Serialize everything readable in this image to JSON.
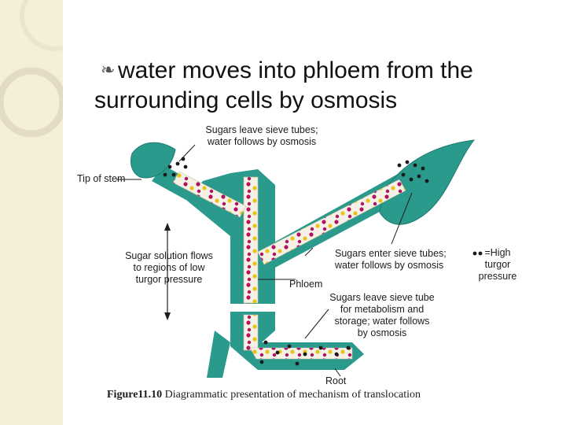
{
  "slide": {
    "bullet_icon": "leaf-bullet-icon",
    "bullet_text_line1": "water moves into phloem from the",
    "bullet_text_line2": "surrounding cells by osmosis"
  },
  "diagram": {
    "labels": {
      "sugars_leave_top_1": "Sugars leave sieve tubes;",
      "sugars_leave_top_2": "water follows by osmosis",
      "tip_of_stem": "Tip of stem",
      "sugar_flow_1": "Sugar solution flows",
      "sugar_flow_2": "to regions of low",
      "sugar_flow_3": "turgor pressure",
      "sugars_enter_1": "Sugars enter sieve tubes;",
      "sugars_enter_2": "water follows by osmosis",
      "high_turgor_1": "=High",
      "high_turgor_2": "turgor",
      "high_turgor_3": "pressure",
      "phloem": "Phloem",
      "leave_bottom_1": "Sugars leave sieve tube",
      "leave_bottom_2": "for metabolism and",
      "leave_bottom_3": "storage; water follows",
      "leave_bottom_4": "by osmosis",
      "root": "Root"
    },
    "colors": {
      "plant": "#2a9a8c",
      "plant_dark": "#1e7a6e",
      "tube": "#f5f1e6",
      "sugar_magenta": "#b0125e",
      "sugar_yellow": "#e8c21a",
      "water_dot": "#1a1a1a"
    }
  },
  "caption": {
    "figure_number": "Figure11.10",
    "text": "Diagrammatic presentation of mechanism of translocation"
  }
}
